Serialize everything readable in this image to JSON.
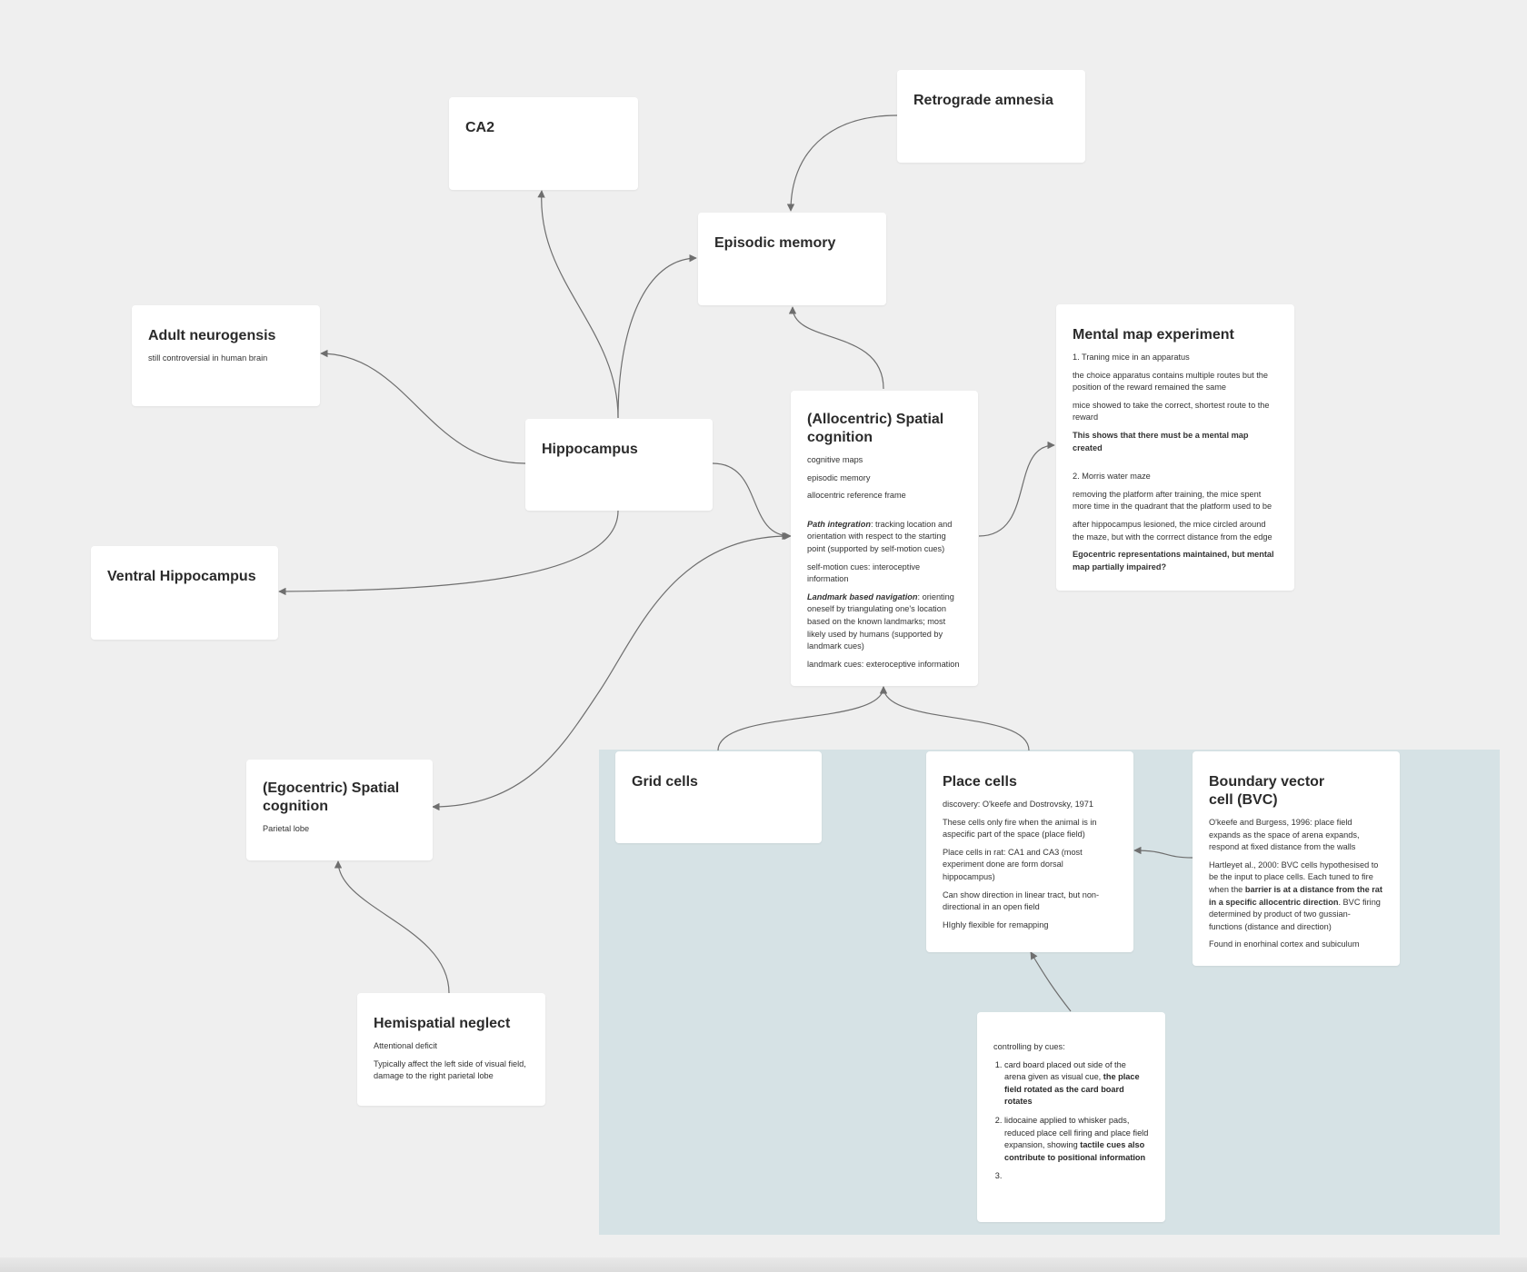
{
  "nodes": {
    "ca2": {
      "title": "CA2"
    },
    "retrograde": {
      "title": "Retrograde amnesia"
    },
    "episodic": {
      "title": "Episodic memory"
    },
    "adult_neuro": {
      "title": "Adult neurogensis",
      "note": "still controversial in human brain"
    },
    "hippocampus": {
      "title": "Hippocampus"
    },
    "ventral": {
      "title": "Ventral Hippocampus"
    },
    "allocentric": {
      "title": "(Allocentric) Spatial cognition",
      "lines": [
        "cognitive maps",
        "episodic memory",
        "allocentric reference frame"
      ],
      "path_label": "Path integration",
      "path_text": ": tracking location and orientation with respect to the starting point (supported by self-motion cues)",
      "self_motion": "self-motion cues: interoceptive information",
      "landmark_label": "Landmark based navigation",
      "landmark_text": ": orienting oneself by triangulating one's location based on the known landmarks; most likely used by humans  (supported by landmark cues)",
      "landmark_cues": "landmark cues: exteroceptive information"
    },
    "mental_map": {
      "title": "Mental map experiment",
      "item1": "1.  Traning mice in an apparatus",
      "p1": "the choice apparatus contains multiple routes but the position of the reward remained the same",
      "p2": "mice showed to take the correct, shortest route to the reward",
      "b1": "This shows that there must be a mental map created",
      "item2": "2.  Morris water maze",
      "p3": "removing the platform after training, the mice spent more time  in the quadrant that the platform used to be",
      "p4": "after hippocampus lesioned, the mice circled around the maze, but with the corrrect distance from the edge",
      "b2": "Egocentric representations maintained, but mental map partially impaired?"
    },
    "egocentric": {
      "title": "(Egocentric) Spatial cognition",
      "note": "Parietal lobe"
    },
    "hemispatial": {
      "title": "Hemispatial neglect",
      "p1": "Attentional deficit",
      "p2": "Typically affect the left side of visual field, damage to the right parietal lobe"
    },
    "grid": {
      "title": "Grid cells"
    },
    "place": {
      "title": "Place cells",
      "p1": "discovery: O'keefe and Dostrovsky, 1971",
      "p2": "These cells only fire when the animal is in aspecific part of the space (place field)",
      "p3": "Place cells in rat: CA1 and CA3 (most experiment done are form dorsal hippocampus)",
      "p4": "Can show direction in linear tract, but non-directional in an open field",
      "p5": "HIghly flexible for remapping"
    },
    "bvc": {
      "title": "Boundary vector cell (BVC)",
      "p1": "O'keefe and Burgess, 1996: place field expands as the space of arena expands, respond at fixed distance from the walls",
      "p2a": "Hartleyet al., 2000: BVC cells hypothesised to be the input to place cells. Each tuned to fire when the ",
      "p2b": "barrier is at a distance from the rat in a specific allocentric direction",
      "p2c": ". BVC firing determined by product of two gussian-functions (distance and direction)",
      "p3": "Found in enorhinal cortex and subiculum"
    },
    "cues": {
      "intro": "controlling by cues:",
      "c1a": "card board placed out side of the arena given as visual cue, ",
      "c1b": "the place field rotated as the card board rotates",
      "c2a": "lidocaine applied to whisker pads, reduced place cell firing and place field expansion, showing ",
      "c2b": "tactile cues also contribute to positional information",
      "c3": ""
    }
  },
  "colors": {
    "background": "#efefef",
    "card": "#ffffff",
    "region": "#d6e2e5",
    "edge": "#6e6e6e"
  }
}
